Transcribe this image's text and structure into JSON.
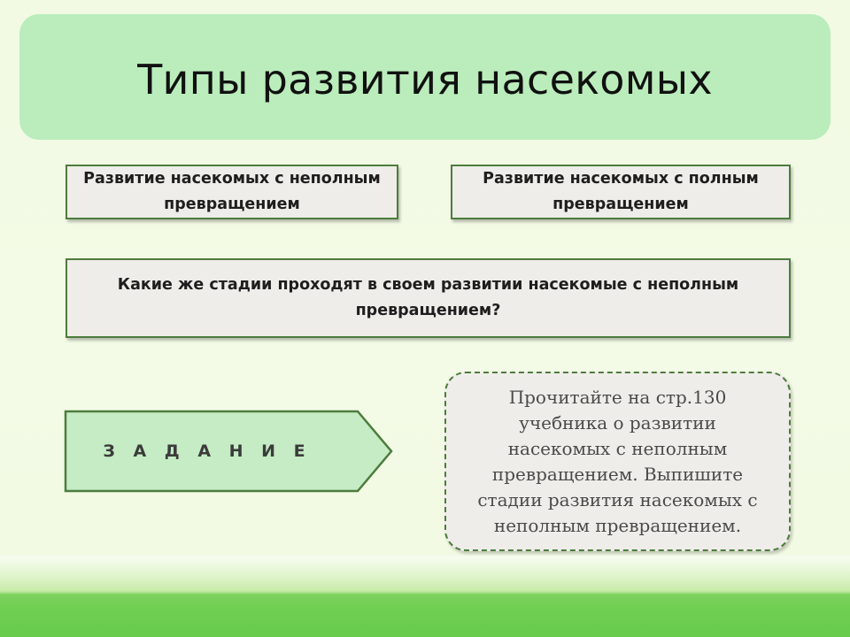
{
  "slide": {
    "title": "Типы развития насекомых",
    "boxes": {
      "incomplete": "Развитие насекомых с неполным превращением",
      "complete": "Развитие насекомых с полным превращением",
      "question": "Какие же стадии проходят в своем развитии насекомые с неполным превращением?"
    },
    "task": {
      "label": "З А Д А Н И Е",
      "instruction": "Прочитайте на стр.130 учебника о развитии насекомых с неполным превращением. Выпишите стадии развития насекомых с неполным превращением."
    }
  },
  "colors": {
    "title_bg": "#baedbb",
    "box_bg": "#efede9",
    "border": "#4d7c3d",
    "task_fill": "#c5ecc4",
    "bottom_band": "#6fcf52"
  }
}
